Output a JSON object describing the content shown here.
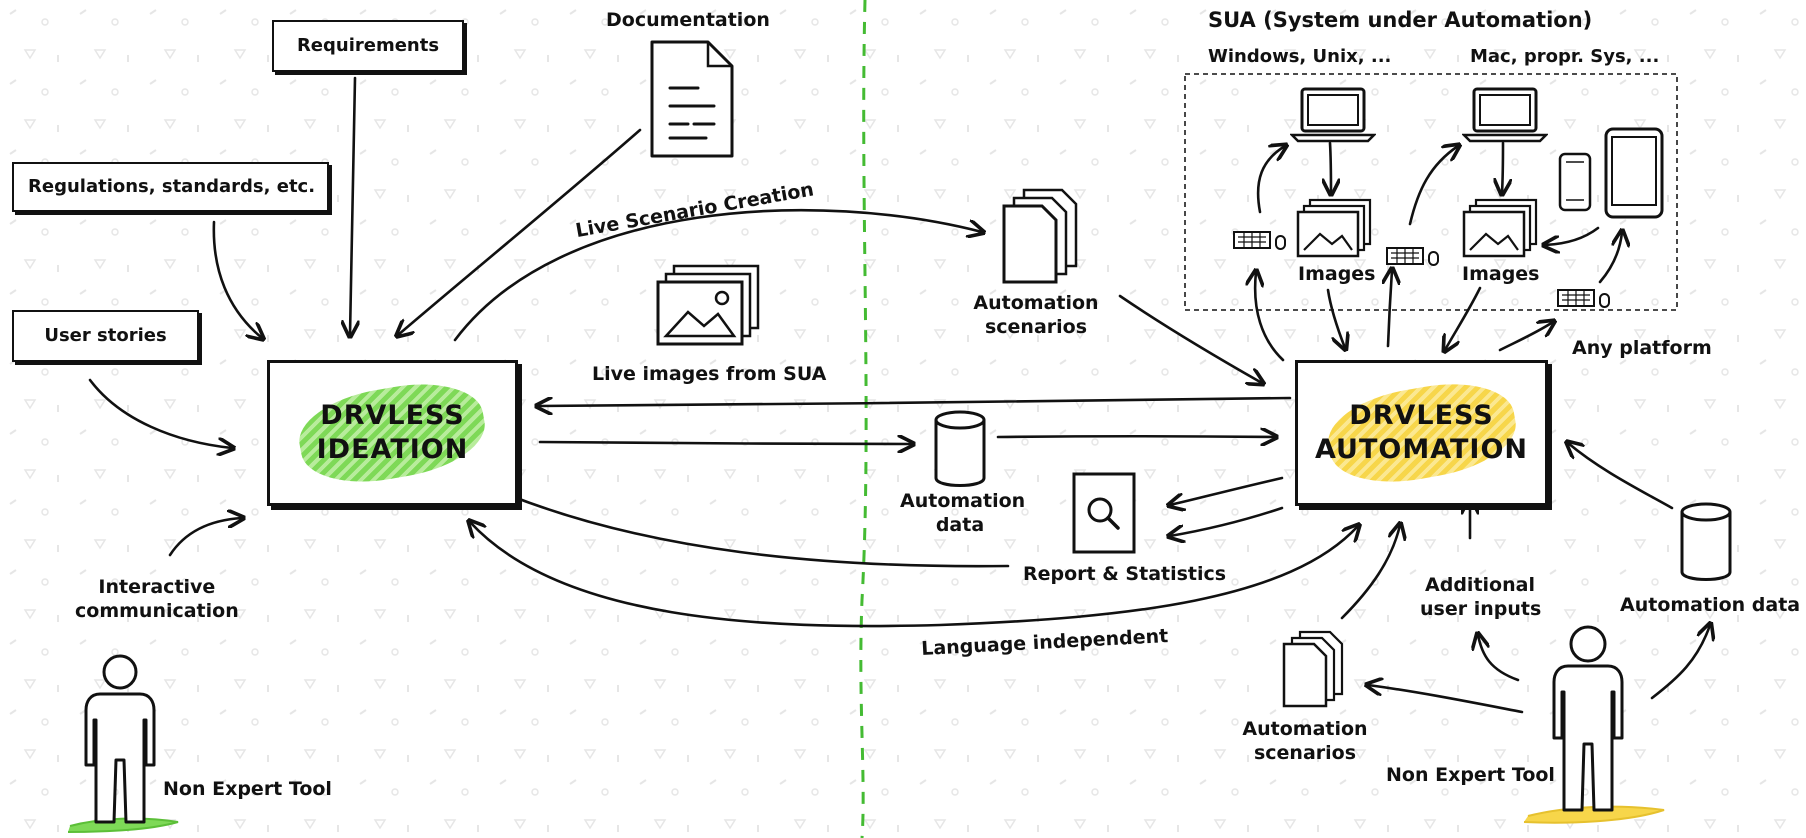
{
  "colors": {
    "ink": "#111111",
    "ideation_accent": "#7ed957",
    "automation_accent": "#f7d64a",
    "divider": "#44bb33",
    "background_dots": "#e6e6e6"
  },
  "left": {
    "requirements": "Requirements",
    "regulations": "Regulations, standards, etc.",
    "user_stories": "User stories",
    "documentation": "Documentation",
    "core_line1": "DRVLESS",
    "core_line2": "IDEATION",
    "interactive_line1": "Interactive",
    "interactive_line2": "communication",
    "non_expert": "Non Expert Tool"
  },
  "middle": {
    "live_scenario": "Live Scenario Creation",
    "live_images": "Live images from SUA",
    "automation_data_line1": "Automation",
    "automation_data_line2": "data",
    "report": "Report & Statistics",
    "language": "Language independent",
    "scenarios_line1": "Automation",
    "scenarios_line2": "scenarios"
  },
  "right": {
    "sua_title": "SUA (System under Automation)",
    "windows": "Windows, Unix, ...",
    "mac": "Mac, propr. Sys, ...",
    "images1": "Images",
    "images2": "Images",
    "any_platform": "Any platform",
    "core_line1": "DRVLESS",
    "core_line2": "AUTOMATION",
    "additional_line1": "Additional",
    "additional_line2": "user inputs",
    "automation_data": "Automation data",
    "scenarios_line1": "Automation",
    "scenarios_line2": "scenarios",
    "non_expert": "Non Expert Tool"
  },
  "icons": [
    "document-icon",
    "image-stack-icon",
    "scenario-stack-icon",
    "database-icon",
    "report-magnifier-icon",
    "laptop-icon",
    "keyboard-mouse-icon",
    "phone-icon",
    "tablet-icon",
    "person-icon"
  ]
}
